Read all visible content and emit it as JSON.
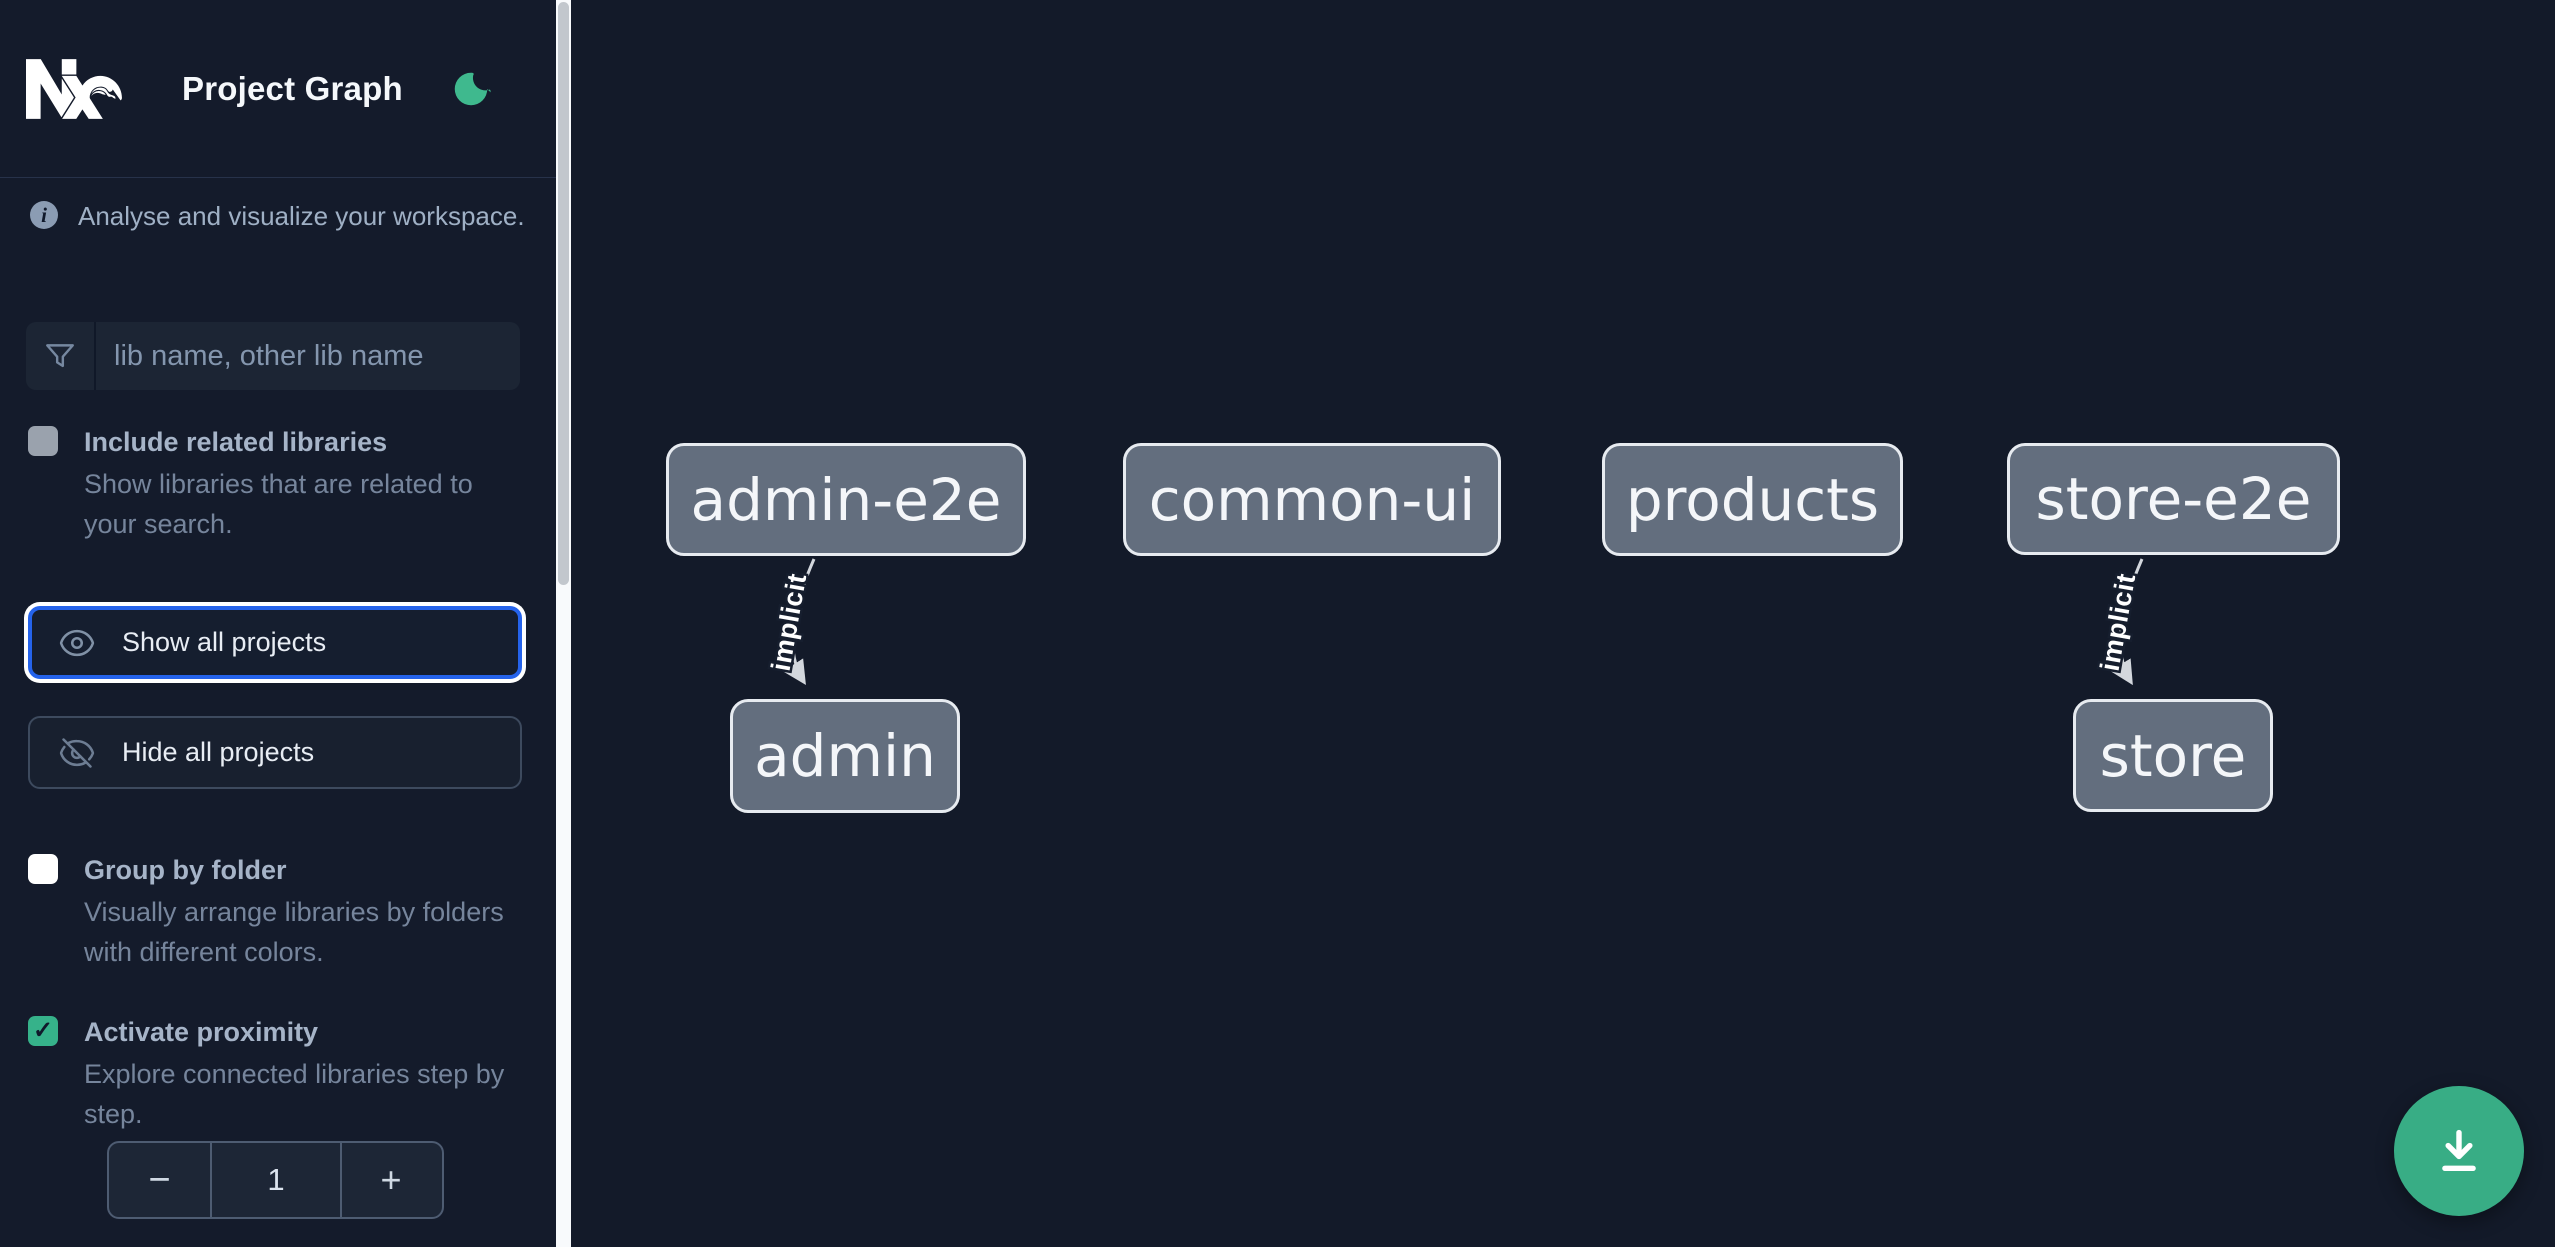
{
  "header": {
    "title": "Project Graph",
    "logo_icon": "nx-logo",
    "theme_toggle_icon": "moon-icon"
  },
  "sidebar": {
    "info_icon": "info-icon",
    "info_text": "Analyse and visualize your workspace.",
    "search": {
      "icon": "filter-funnel-icon",
      "placeholder": "lib name, other lib name",
      "value": ""
    },
    "include_related": {
      "label": "Include related libraries",
      "description": "Show libraries that are related to your search.",
      "checked": false
    },
    "show_all": {
      "label": "Show all projects",
      "icon": "eye-icon",
      "focused": true
    },
    "hide_all": {
      "label": "Hide all projects",
      "icon": "eye-off-icon"
    },
    "group_by_folder": {
      "label": "Group by folder",
      "description": "Visually arrange libraries by folders with different colors.",
      "checked": false
    },
    "activate_proximity": {
      "label": "Activate proximity",
      "description": "Explore connected libraries step by step.",
      "checked": true,
      "checkmark_glyph": "✓"
    },
    "proximity_stepper": {
      "decrement_label": "−",
      "value": "1",
      "increment_label": "+"
    }
  },
  "graph": {
    "nodes": [
      {
        "label": "admin-e2e"
      },
      {
        "label": "common-ui"
      },
      {
        "label": "products"
      },
      {
        "label": "store-e2e"
      },
      {
        "label": "admin"
      },
      {
        "label": "store"
      }
    ],
    "edges": [
      {
        "source": "admin-e2e",
        "target": "admin",
        "label": "implicit"
      },
      {
        "source": "store-e2e",
        "target": "store",
        "label": "implicit"
      }
    ]
  },
  "fab": {
    "icon": "download-icon"
  },
  "colors": {
    "sidebar_bg": "#141b2b",
    "canvas_bg": "#131a29",
    "accent_green": "#38ad85",
    "moon_green": "#3fb98e",
    "focus_blue": "#2563eb",
    "node_fill": "#636e7e",
    "node_border": "#e7ebf0",
    "scroll_track": "#f8fafc"
  }
}
